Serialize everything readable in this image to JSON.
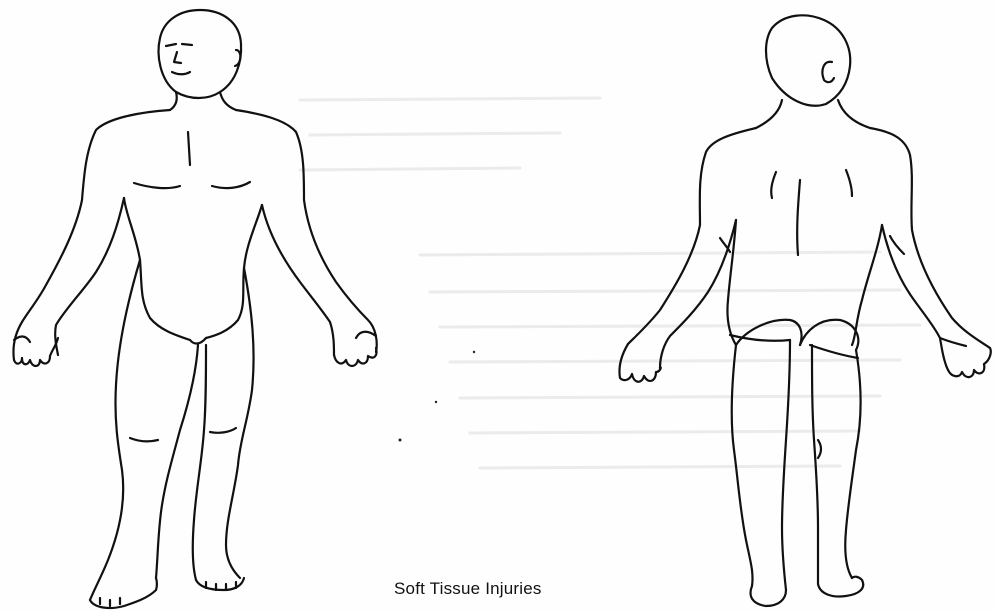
{
  "caption": "Soft Tissue Injuries",
  "figures": [
    {
      "name": "front-view-body"
    },
    {
      "name": "back-view-body"
    }
  ],
  "colors": {
    "line": "#111111",
    "paper": "#fefefe",
    "bleed_through": "#d6d6d6"
  }
}
